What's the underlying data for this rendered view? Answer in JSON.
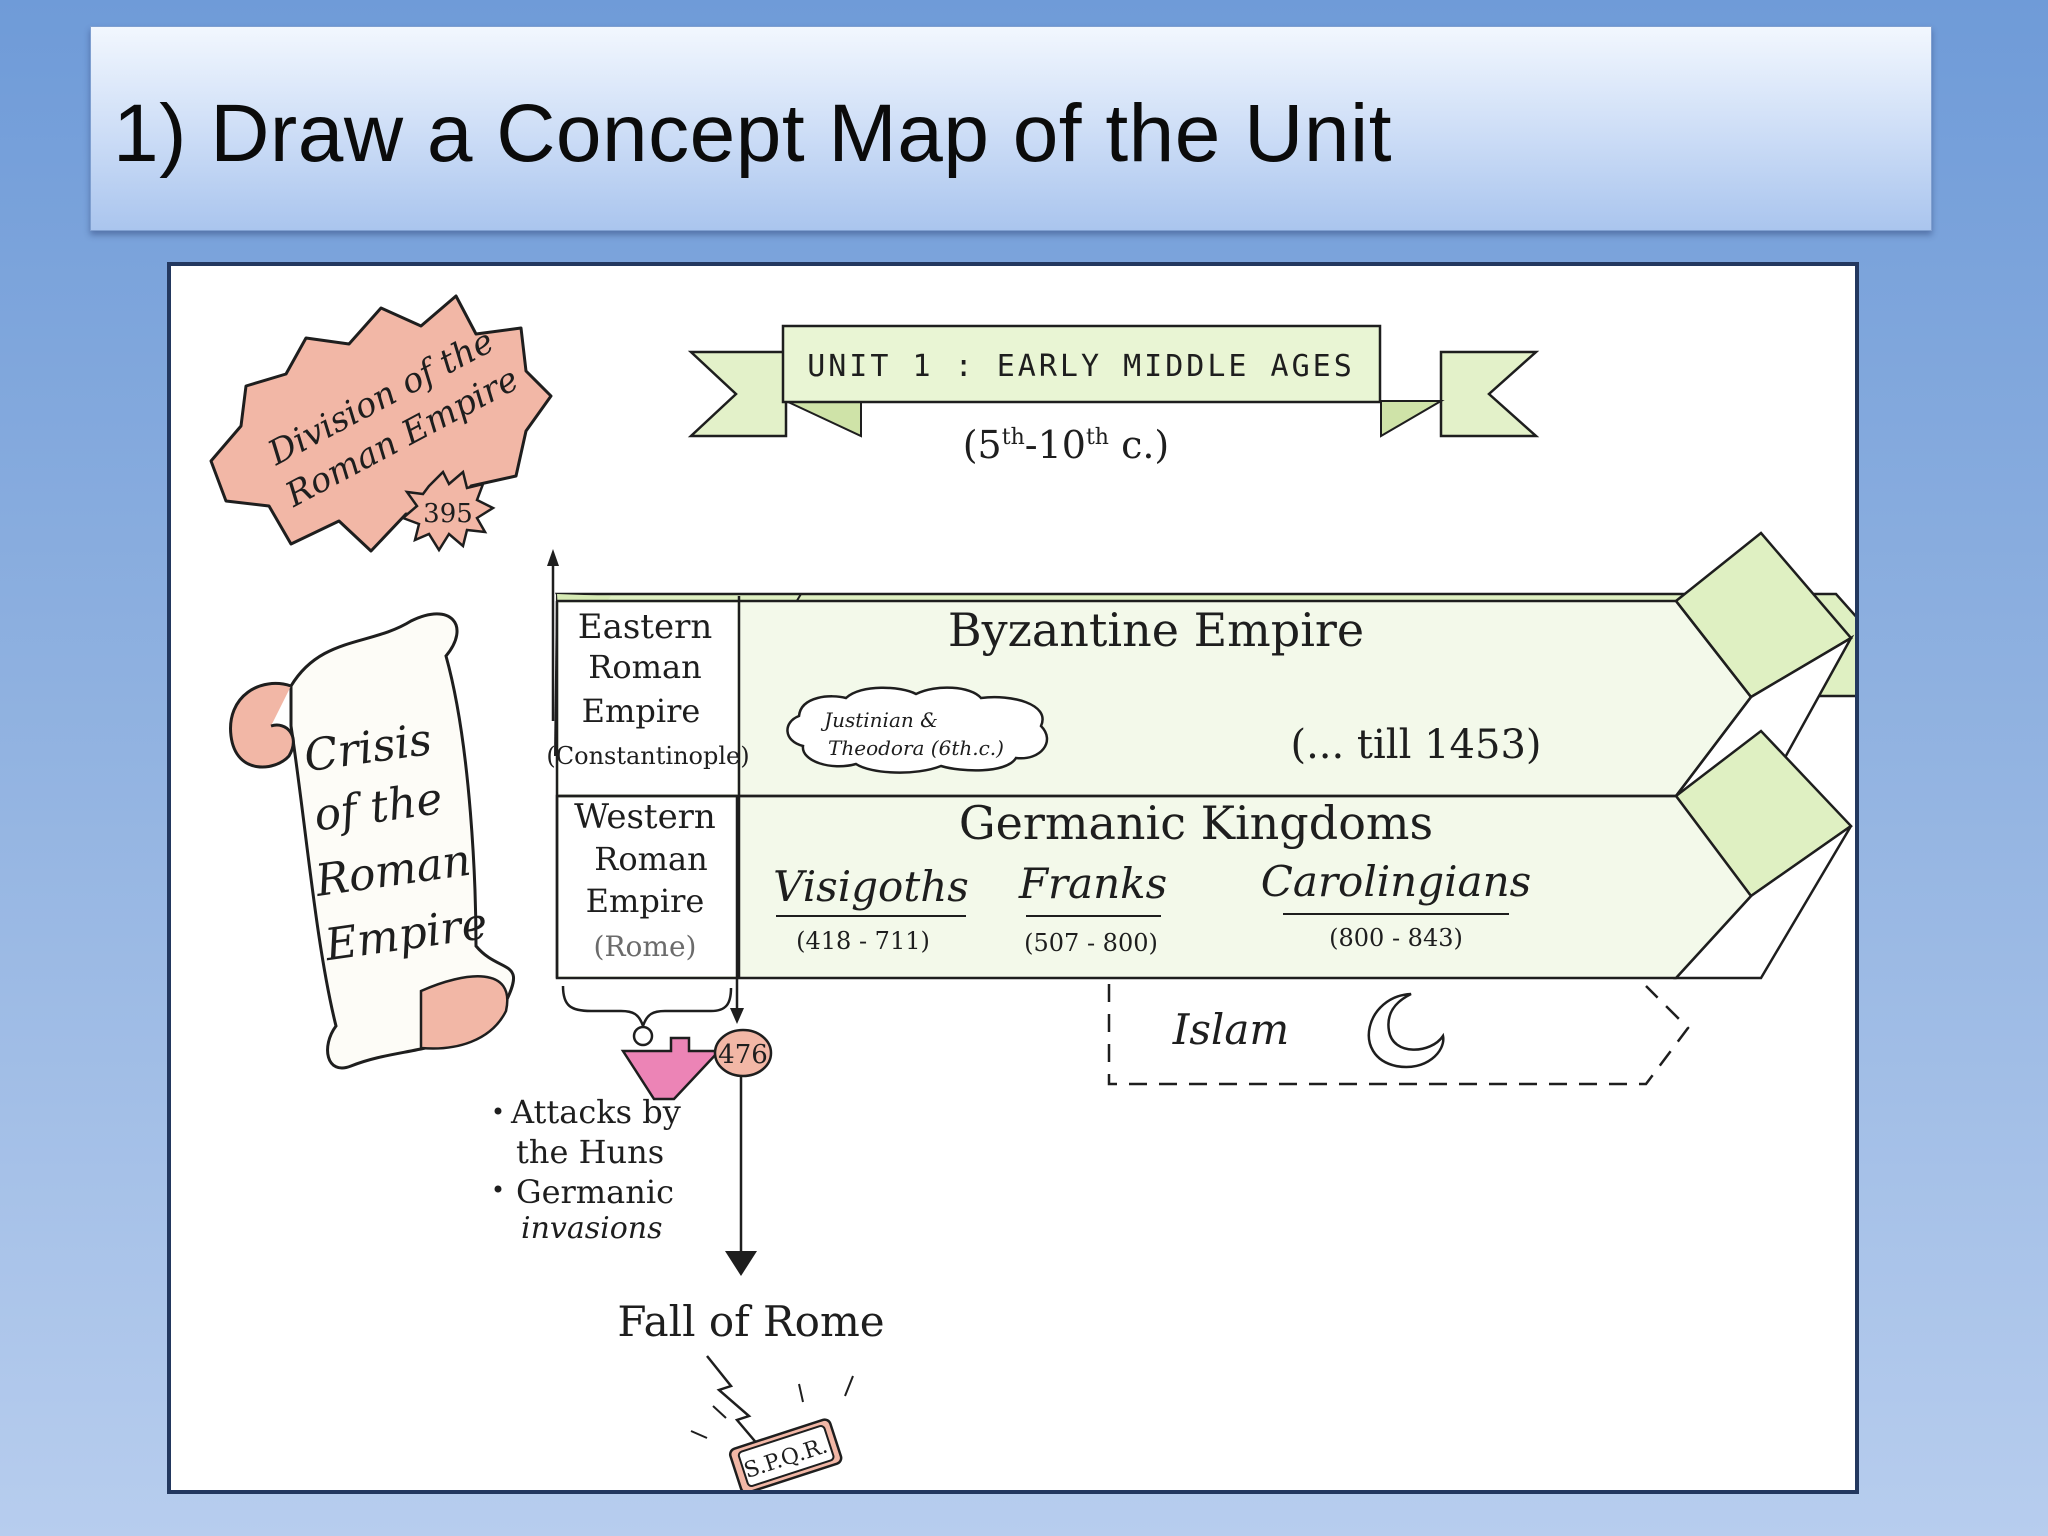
{
  "slide": {
    "title": "1) Draw a Concept Map of the Unit"
  },
  "concept_map": {
    "banner": {
      "title": "UNIT 1 : EARLY MIDDLE AGES",
      "period_prefix": "(5",
      "period_sup1": "th",
      "period_mid": "-10",
      "period_sup2": "th",
      "period_suffix": " c.)"
    },
    "division_badge": {
      "line1": "Division of the",
      "line2": "Roman Empire"
    },
    "year_395": "395",
    "year_476": "476",
    "crisis_scroll": {
      "line1": "Crisis",
      "line2": "of the",
      "line3": "Roman",
      "line4": "Empire"
    },
    "eastern": {
      "line1": "Eastern",
      "line2": "Roman",
      "line3": "Empire",
      "capital": "(Constantinople)"
    },
    "western": {
      "line1": "Western",
      "line2": "Roman",
      "line3": "Empire",
      "capital": "(Rome)"
    },
    "byzantine": {
      "title": "Byzantine Empire",
      "cloud_line1": "Justinian &",
      "cloud_line2": "Theodora (6th.c.)",
      "until": "(... till 1453)"
    },
    "germanic": {
      "title": "Germanic Kingdoms",
      "kingdoms": [
        {
          "name": "Visigoths",
          "dates": "(418 - 711)"
        },
        {
          "name": "Franks",
          "dates": "(507 - 800)"
        },
        {
          "name": "Carolingians",
          "dates": "(800 - 843)"
        }
      ]
    },
    "islam": "Islam",
    "causes": [
      "Attacks by",
      "the Huns",
      "Germanic",
      "invasions"
    ],
    "fall_of_rome": "Fall of Rome",
    "spqr": "S.P.Q.R."
  },
  "colors": {
    "ink": "#1e1e1e",
    "red_fill": "#f2b7a6",
    "green_fill": "#dff0c2",
    "pink_arrow": "#ec84b6",
    "frame_border": "#23385f"
  }
}
